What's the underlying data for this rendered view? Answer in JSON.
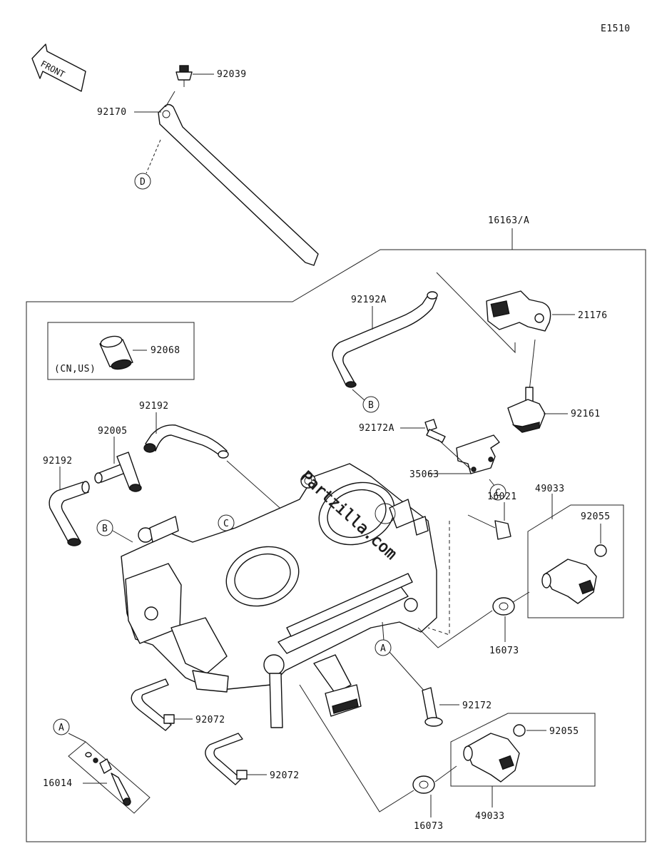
{
  "diagram_code": "E1510",
  "front_label": "FRONT",
  "watermark": "Partzilla.com",
  "market_note": "(CN,US)",
  "assembly_label": "16163/A",
  "parts": {
    "p92039": "92039",
    "p92170": "92170",
    "p92192A": "92192A",
    "p21176": "21176",
    "p92068": "92068",
    "p92192_a": "92192",
    "p92005": "92005",
    "p92192_b": "92192",
    "p92161": "92161",
    "p92172A": "92172A",
    "p35063": "35063",
    "p49033_a": "49033",
    "p92055_a": "92055",
    "p16021": "16021",
    "p16073_a": "16073",
    "p92072_a": "92072",
    "p92172": "92172",
    "p92055_b": "92055",
    "p92072_b": "92072",
    "p16014": "16014",
    "p16073_b": "16073",
    "p49033_b": "49033"
  },
  "refs": {
    "D": "D",
    "B_top": "B",
    "C_right": "C",
    "B_left": "B",
    "C_center": "C",
    "A_center": "A",
    "A_left": "A"
  }
}
